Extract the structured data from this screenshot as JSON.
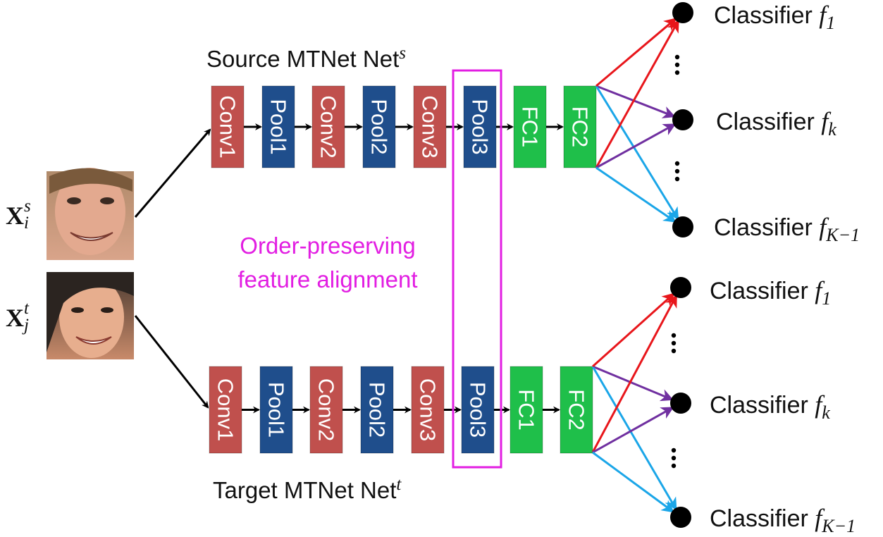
{
  "source_net": {
    "title": "Source MTNet Net",
    "title_sup": "s",
    "layers": [
      "Conv1",
      "Pool1",
      "Conv2",
      "Pool2",
      "Conv3",
      "Pool3",
      "FC1",
      "FC2"
    ],
    "classifiers": [
      {
        "label": "Classifier",
        "f": "f",
        "sub": "1"
      },
      {
        "label": "Classifier",
        "f": "f",
        "sub": "k"
      },
      {
        "label": "Classifier",
        "f": "f",
        "sub": "K−1"
      }
    ]
  },
  "target_net": {
    "title": "Target MTNet Net",
    "title_sup": "t",
    "layers": [
      "Conv1",
      "Pool1",
      "Conv2",
      "Pool2",
      "Conv3",
      "Pool3",
      "FC1",
      "FC2"
    ],
    "classifiers": [
      {
        "label": "Classifier",
        "f": "f",
        "sub": "1"
      },
      {
        "label": "Classifier",
        "f": "f",
        "sub": "k"
      },
      {
        "label": "Classifier",
        "f": "f",
        "sub": "K−1"
      }
    ]
  },
  "inputs": {
    "source": {
      "symbol": "X",
      "sup": "s",
      "sub": "i"
    },
    "target": {
      "symbol": "X",
      "sup": "t",
      "sub": "j"
    }
  },
  "alignment_label": {
    "line1": "Order-preserving",
    "line2": "feature alignment"
  },
  "colors": {
    "conv": "#c0504d",
    "pool": "#1f4e8c",
    "fc": "#1fbf4a",
    "highlight": "#e21ee2",
    "arrow_red": "#e8161b",
    "arrow_purple": "#7030a0",
    "arrow_blue": "#1ba6e8"
  }
}
